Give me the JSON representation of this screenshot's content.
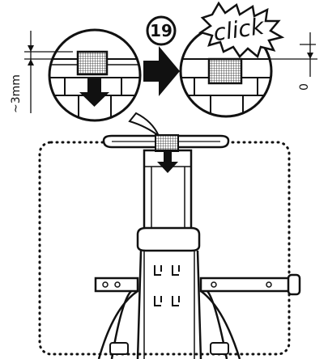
{
  "step": {
    "number": "19"
  },
  "callouts": {
    "click_label": "click",
    "gap_before": "~3mm",
    "gap_after": "0"
  },
  "colors": {
    "ink": "#111111",
    "paper": "#ffffff"
  }
}
